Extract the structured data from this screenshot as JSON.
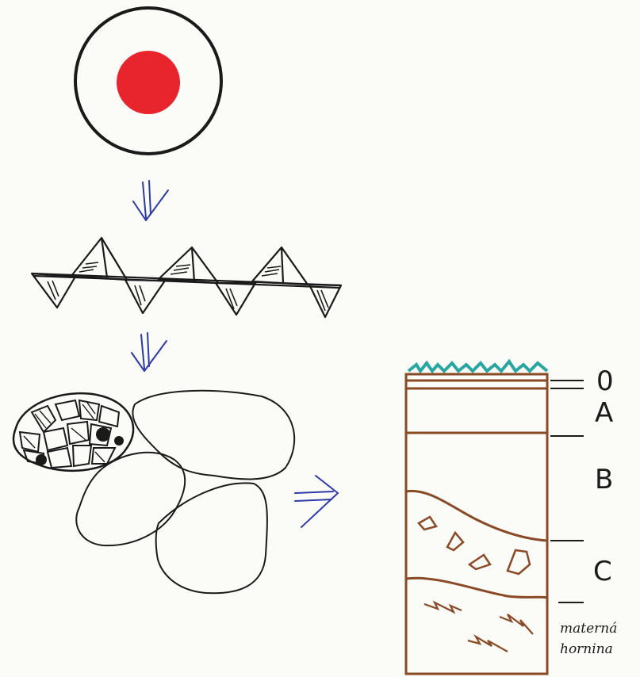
{
  "horizon_labels": {
    "o": "0",
    "a": "A",
    "b": "B",
    "c": "C",
    "parent_rock_line1": "materná",
    "parent_rock_line2": "hornina"
  },
  "colors": {
    "background": "#fbfbf8",
    "ink": "#1a1a1a",
    "nucleus": "#e8242c",
    "arrow": "#2c3aa8",
    "soil_brown": "#8a4a26",
    "grass": "#2aa6a0"
  }
}
